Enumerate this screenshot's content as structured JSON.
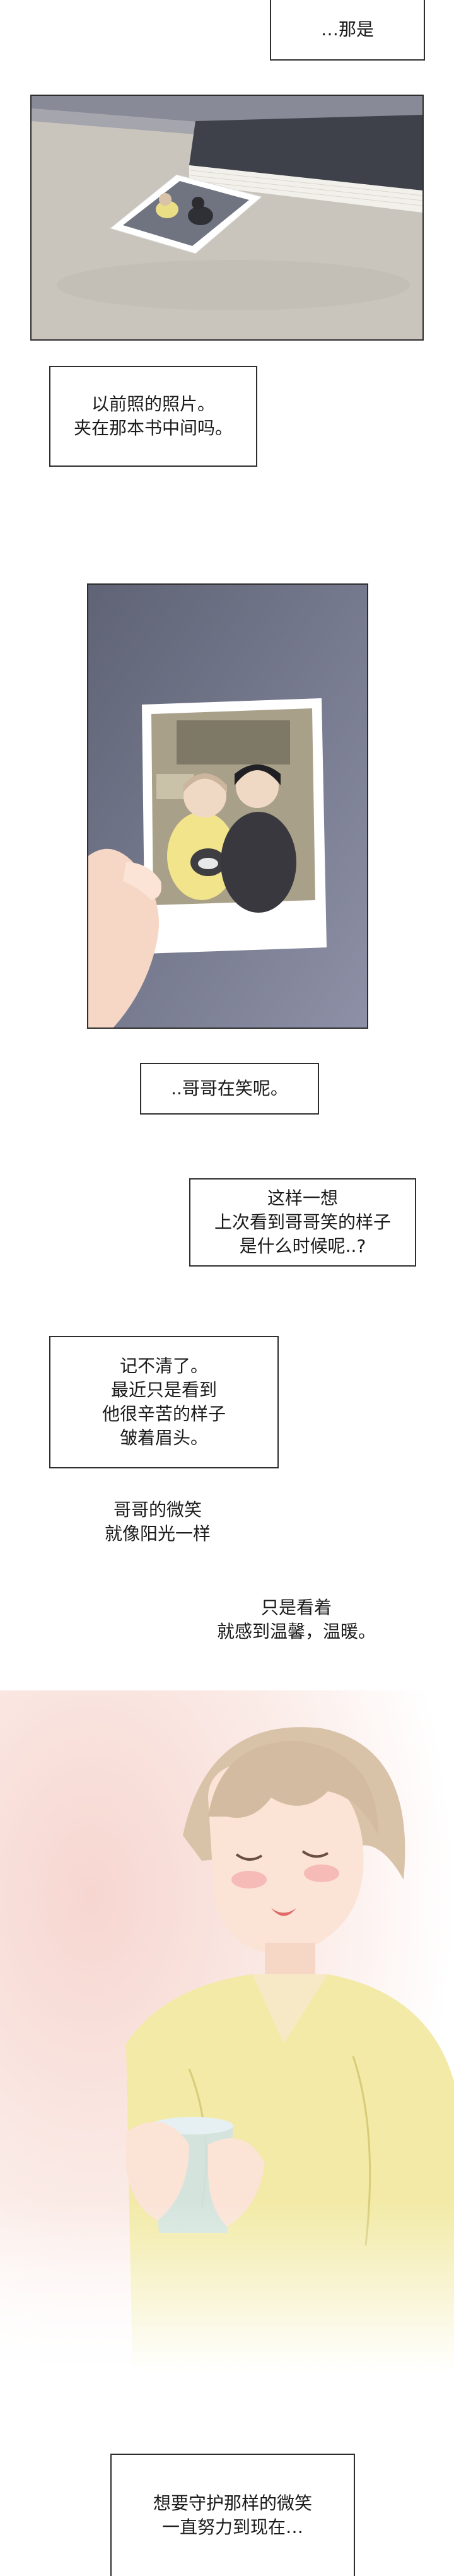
{
  "captions": {
    "c1": [
      "…那是"
    ],
    "c2": [
      "以前照的照片。",
      "夹在那本书中间吗。"
    ],
    "c3": [
      "..哥哥在笑呢。"
    ],
    "c4": [
      "这样一想",
      "上次看到哥哥笑的样子",
      "是什么时候呢..?"
    ],
    "c5": [
      "记不清了。",
      "最近只是看到",
      "他很辛苦的样子",
      "皱着眉头。"
    ],
    "c6": [
      "哥哥的微笑",
      "就像阳光一样"
    ],
    "c7": [
      "只是看着",
      "就感到温馨，温暖。"
    ],
    "c8": [
      "想要守护那样的微笑",
      "一直努力到现在…"
    ]
  },
  "colors": {
    "panel_floor": "#c9c4bc",
    "panel_bg_dark": "#6b6f80",
    "warm_glow": "#f7d6d0",
    "shirt_yellow": "#f2eaa6",
    "hair_beige": "#d8c3a8"
  }
}
